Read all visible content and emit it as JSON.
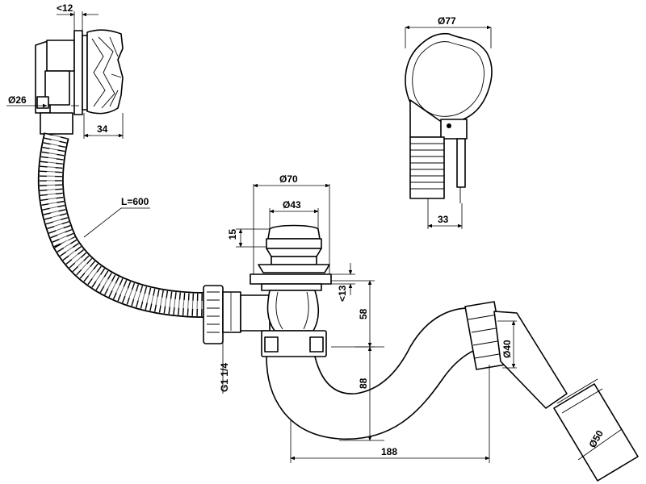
{
  "dimensions": {
    "overflow_depth": "<12",
    "hose_diameter": "Ø26",
    "overflow_width": "34",
    "hose_length": "L=600",
    "side_view_diameter": "Ø77",
    "side_view_width": "33",
    "plug_outer_diameter": "Ø70",
    "plug_inner_diameter": "Ø43",
    "plug_height": "15",
    "flange_thickness": "<13",
    "trap_inlet_depth": "58",
    "trap_drop": "88",
    "thread_size": "G1 1/4",
    "trap_outlet_diameter": "Ø40",
    "waste_pipe_diameter": "Ø50",
    "overall_length": "188"
  }
}
